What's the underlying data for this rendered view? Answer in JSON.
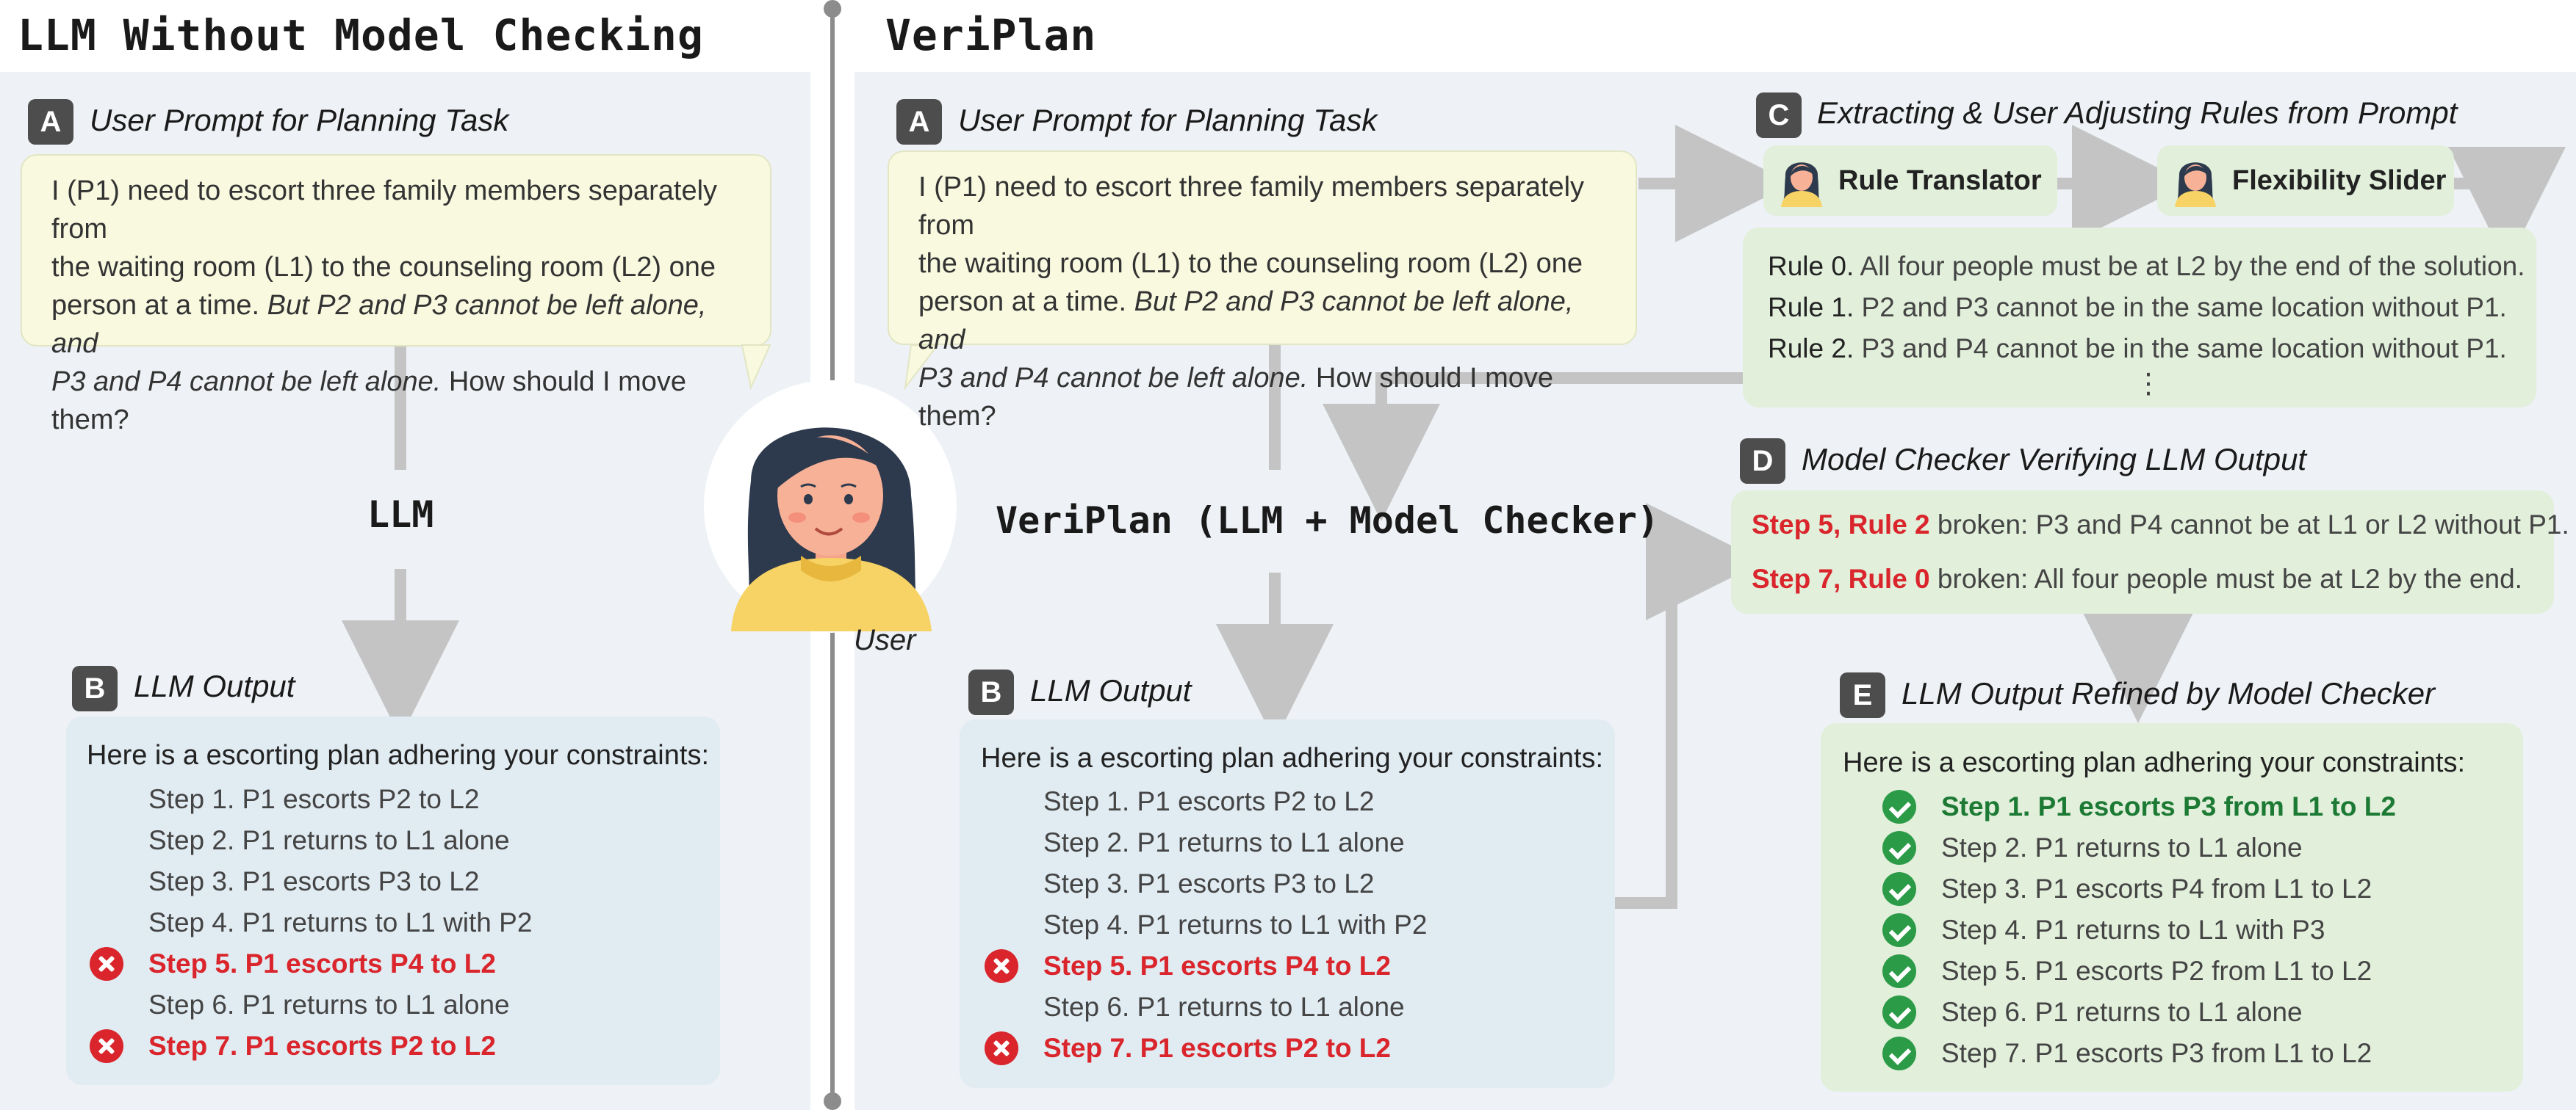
{
  "left": {
    "title": "LLM Without Model Checking",
    "prompt_section": {
      "badge": "A",
      "title": "User Prompt for Planning Task"
    },
    "prompt": {
      "line1": "I (P1) need to escort three family members separately from",
      "line2": "the waiting room (L1) to the counseling room (L2) one",
      "line3_plain": "person at a time. ",
      "line3_italic": "But P2 and P3 cannot be left alone, and",
      "line4_italic": "P3 and P4 cannot be left alone.",
      "line4_plain": " How should I move them?"
    },
    "process_label": "LLM",
    "output_section": {
      "badge": "B",
      "title": "LLM Output"
    },
    "output_heading": "Here is a escorting plan adhering your constraints:",
    "steps": [
      {
        "text": "Step 1. P1 escorts P2 to L2",
        "status": "ok"
      },
      {
        "text": "Step 2. P1 returns to L1 alone",
        "status": "ok"
      },
      {
        "text": "Step 3. P1 escorts P3 to L2",
        "status": "ok"
      },
      {
        "text": "Step 4. P1 returns to L1 with P2",
        "status": "ok"
      },
      {
        "text": "Step 5. P1 escorts P4 to L2",
        "status": "error"
      },
      {
        "text": "Step 6. P1 returns to L1 alone",
        "status": "ok"
      },
      {
        "text": "Step 7. P1 escorts P2 to L2",
        "status": "error"
      }
    ]
  },
  "user_label": "User",
  "right": {
    "title": "VeriPlan",
    "prompt_section": {
      "badge": "A",
      "title": "User Prompt for Planning Task"
    },
    "process_label": "VeriPlan (LLM + Model Checker)",
    "output_section": {
      "badge": "B",
      "title": "LLM Output"
    },
    "rules_section": {
      "badge": "C",
      "title": "Extracting & User Adjusting Rules from Prompt",
      "rule_translator": "Rule Translator",
      "flexibility_slider": "Flexibility Slider",
      "rules": [
        {
          "label": "Rule 0.",
          "text": " All four people must be at L2 by the end of the solution."
        },
        {
          "label": "Rule 1.",
          "text": " P2 and P3 cannot be in the same location without P1."
        },
        {
          "label": "Rule 2.",
          "text": " P3 and P4 cannot be in the same location without P1."
        }
      ],
      "ellipsis": "⋮"
    },
    "checker_section": {
      "badge": "D",
      "title": "Model Checker Verifying LLM Output",
      "errors": [
        {
          "red": "Step 5, Rule 2",
          "text": " broken: P3 and P4 cannot be at L1 or L2 without P1."
        },
        {
          "red": "Step 7, Rule 0",
          "text": " broken: All four people must be at L2 by the end."
        }
      ]
    },
    "refined_section": {
      "badge": "E",
      "title": "LLM Output Refined by Model Checker",
      "heading": "Here is a escorting plan adhering your constraints:",
      "steps": [
        {
          "text": "Step 1. P1 escorts P3 from L1 to L2",
          "highlight": true
        },
        {
          "text": "Step 2. P1 returns to L1 alone",
          "highlight": false
        },
        {
          "text": "Step 3. P1 escorts P4 from L1 to L2",
          "highlight": false
        },
        {
          "text": "Step 4. P1 returns to L1 with P3",
          "highlight": false
        },
        {
          "text": "Step 5. P1 escorts P2 from L1 to L2",
          "highlight": false
        },
        {
          "text": "Step 6. P1 returns to L1 alone",
          "highlight": false
        },
        {
          "text": "Step 7. P1 escorts P3 from L1 to L2",
          "highlight": false
        }
      ]
    }
  },
  "colors": {
    "error_red": "#d9252b",
    "success_green": "#2c9b47",
    "prompt_yellow": "#f8f9df",
    "output_blue": "#e1ebf2",
    "rule_green": "#e1efdb",
    "arrow_gray": "#c4c4c4"
  }
}
